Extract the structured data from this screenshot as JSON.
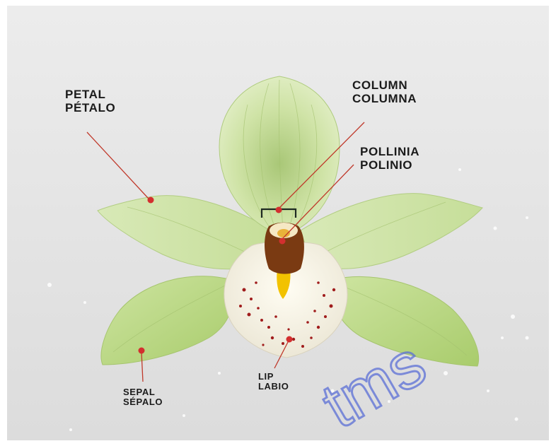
{
  "diagram": {
    "labels": {
      "petal": {
        "line1": "PETAL",
        "line2": "PÉTALO"
      },
      "column": {
        "line1": "COLUMN",
        "line2": "COLUMNA"
      },
      "pollinia": {
        "line1": "POLLINIA",
        "line2": "POLINIO"
      },
      "sepal": {
        "line1": "SEPAL",
        "line2": "SÉPALO"
      },
      "lip": {
        "line1": "LIP",
        "line2": "LABIO"
      }
    },
    "watermark": "tms",
    "colors": {
      "leader": "#c0392b",
      "dot": "#d32f2f",
      "petal": "#cfe3a6",
      "sepal": "#bcd98a",
      "lip": "#f6f3ec",
      "spots": "#a01c1c",
      "column": "#7a3a12",
      "yellow": "#f2c200",
      "watermark": "#5b6fd6"
    }
  }
}
